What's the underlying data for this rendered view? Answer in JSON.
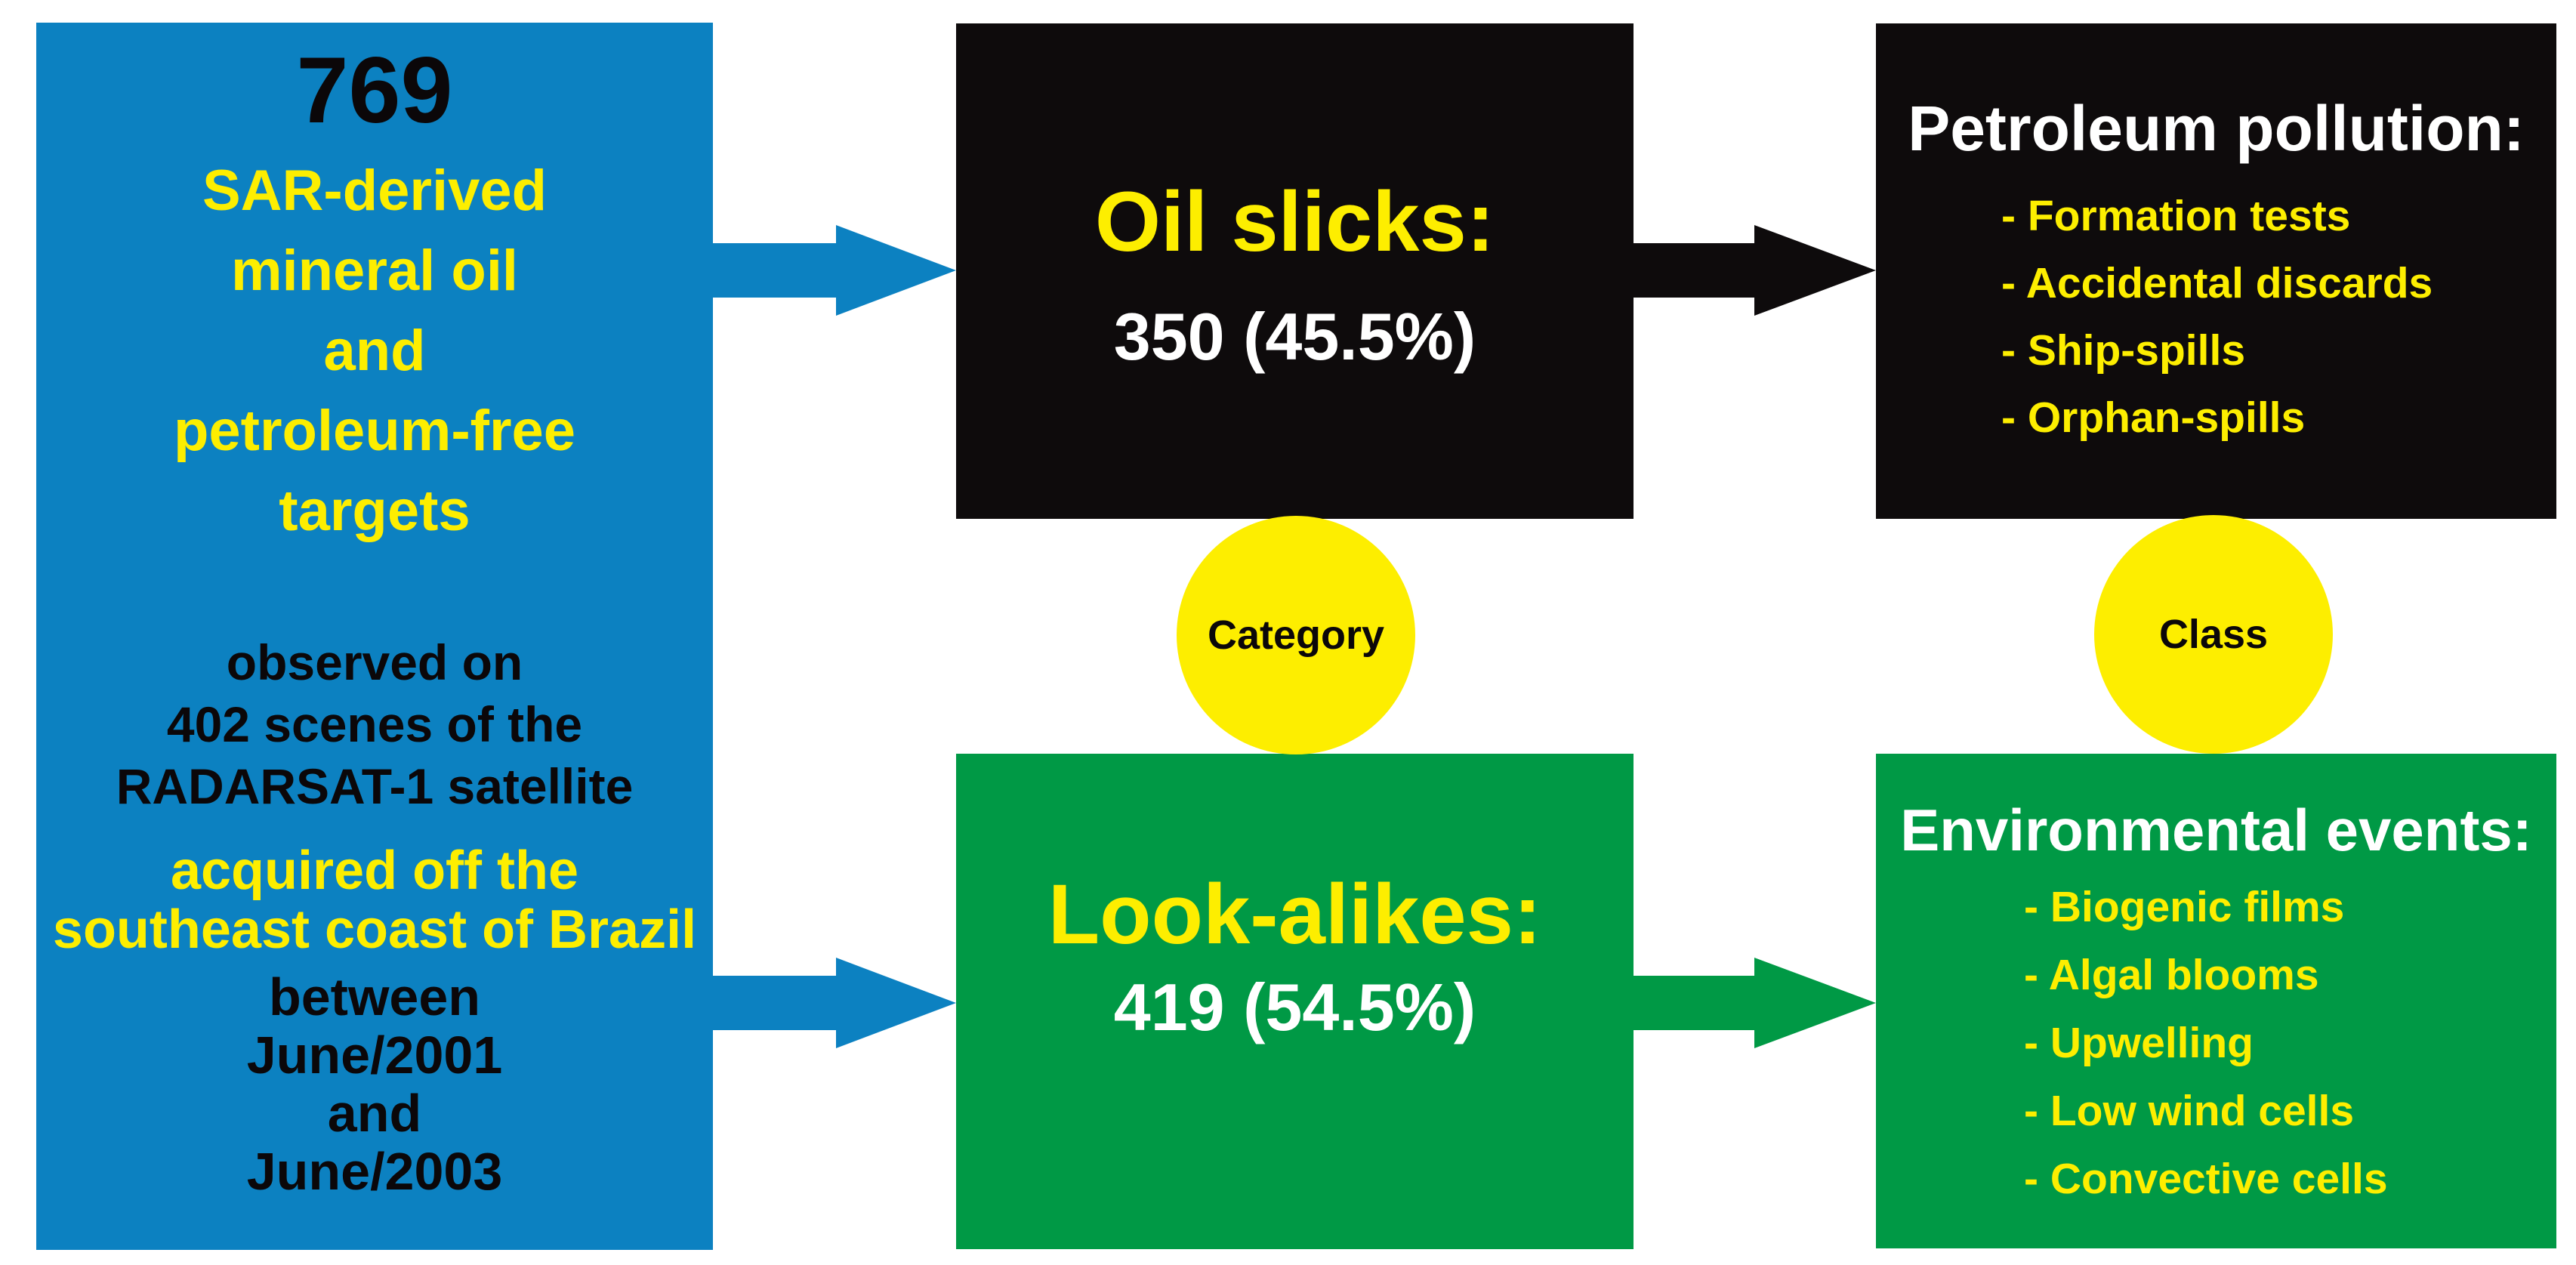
{
  "colors": {
    "blue": "#0c81c1",
    "green": "#009945",
    "yellow": "#fdee00",
    "box_black": "#0e0b0c",
    "white": "#ffffff"
  },
  "left_box": {
    "count": "769",
    "title_lines": [
      "SAR-derived",
      "mineral oil",
      "and",
      "petroleum-free",
      "targets"
    ],
    "observed_lines": [
      "observed on",
      "402 scenes of the",
      "RADARSAT-1 satellite"
    ],
    "acquired_lines": [
      "acquired off the",
      "southeast coast of Brazil"
    ],
    "period_lines": [
      "between",
      "June/2001",
      "and",
      "June/2003"
    ]
  },
  "category_branch": {
    "label": "Category",
    "oil_slicks": {
      "title": "Oil slicks:",
      "value": "350 (45.5%)"
    },
    "look_alikes": {
      "title": "Look-alikes:",
      "value": "419 (54.5%)"
    }
  },
  "class_branch": {
    "label": "Class",
    "petroleum_pollution": {
      "title": "Petroleum pollution:",
      "items": [
        "- Formation tests",
        "- Accidental discards",
        "- Ship-spills",
        "- Orphan-spills"
      ]
    },
    "environmental_events": {
      "title": "Environmental events:",
      "items": [
        "- Biogenic films",
        "- Algal blooms",
        "- Upwelling",
        "- Low wind cells",
        "- Convective cells"
      ]
    }
  }
}
